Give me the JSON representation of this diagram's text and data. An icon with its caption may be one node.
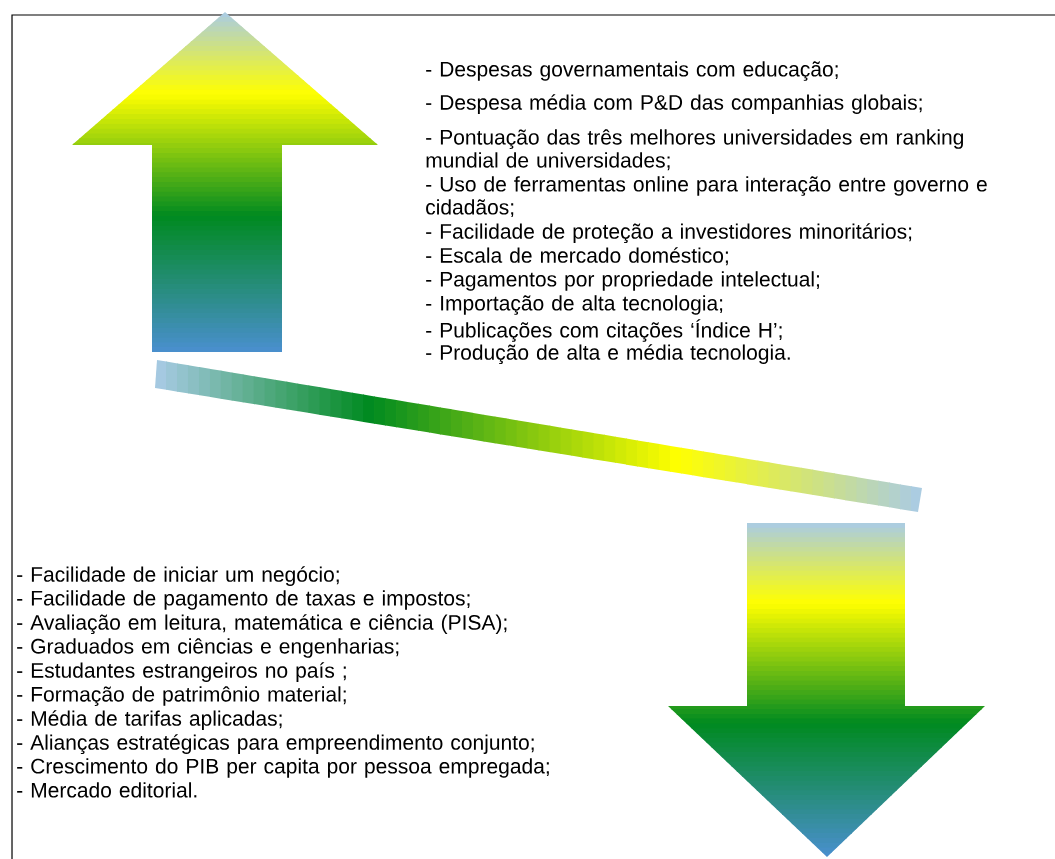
{
  "diagram": {
    "labels": [
      "- Despesas governamentais com educação;",
      "- Despesa média com P&D das companhias globais;",
      "- Pontuação das três melhores universidades em ranking mundial de universidades;",
      "- Uso de ferramentas online para interação entre governo e cidadãos;",
      "- Facilidade de proteção a investidores minoritários;",
      "- Escala de mercado doméstico;",
      "- Pagamentos por propriedade intelectual;",
      "- Importação de alta tecnologia;",
      "- Publicações com citações ‘Índice H’;",
      "- Produção de alta e média tecnologia.",
      "- Facilidade de iniciar um negócio;",
      "- Facilidade de pagamento de taxas e impostos;",
      "- Avaliação em leitura, matemática e ciência (PISA);",
      "- Graduados em ciências e engenharias;",
      "- Estudantes estrangeiros no país ;",
      "- Formação de patrimônio material;",
      "- Média de tarifas aplicadas;",
      "- Alianças estratégicas para empreendimento conjunto;",
      "- Crescimento do PIB per capita por pessoa empregada;",
      "- Mercado editorial."
    ]
  }
}
